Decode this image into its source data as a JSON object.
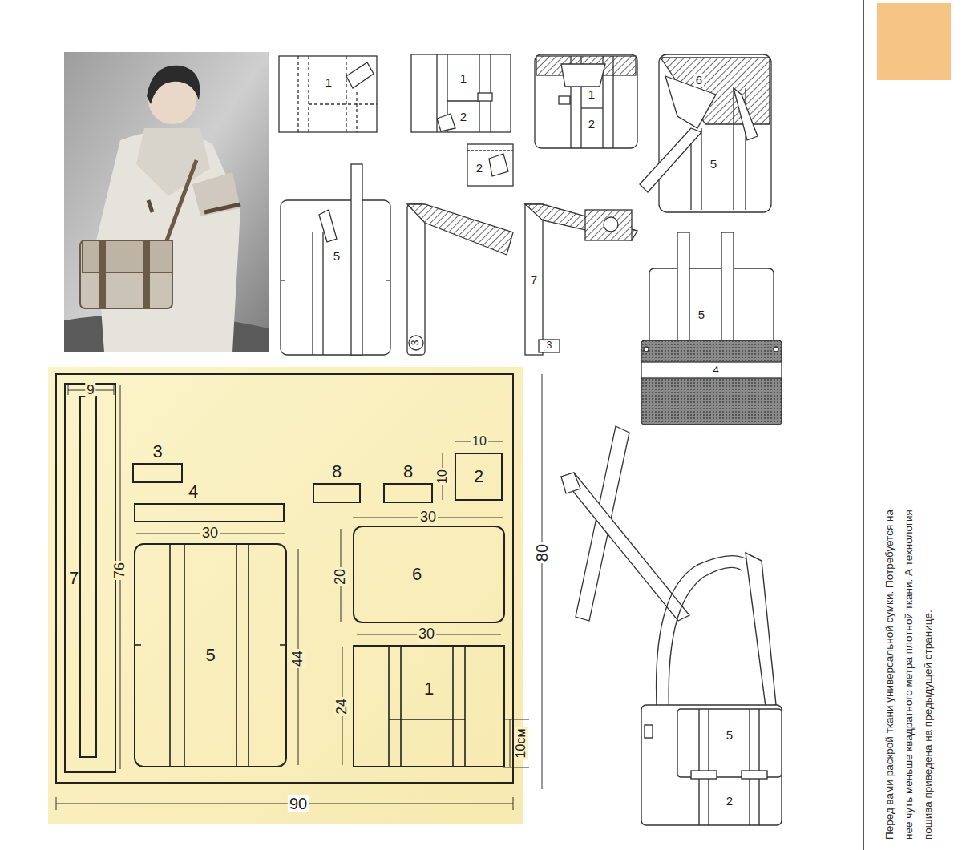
{
  "diagram": {
    "caption": "Перед вами раскрой ткани универсальной сумки. Потребуется на нее чуть меньше квадратного метра плотной ткани. А технология пошива приведена на предыдущей странице.",
    "nodes": [
      {
        "text": [
          "7"
        ]
      },
      {
        "text": [
          "3"
        ]
      },
      {
        "text": [
          "8"
        ]
      },
      {
        "text": [
          "8"
        ]
      },
      {
        "text": [
          "2"
        ]
      },
      {
        "text": [
          "4"
        ]
      },
      {
        "text": [
          "5"
        ]
      },
      {
        "text": [
          "6"
        ]
      },
      {
        "text": [
          "1"
        ]
      }
    ],
    "labels": [
      "1",
      "1",
      "2",
      "2",
      "1",
      "2",
      "6",
      "5",
      "5",
      "3",
      "7",
      "3",
      "5",
      "4",
      "5",
      "2",
      "9",
      "76",
      "30",
      "44",
      "30",
      "20",
      "30",
      "24",
      "10см",
      "10",
      "10",
      "80",
      "90"
    ]
  }
}
